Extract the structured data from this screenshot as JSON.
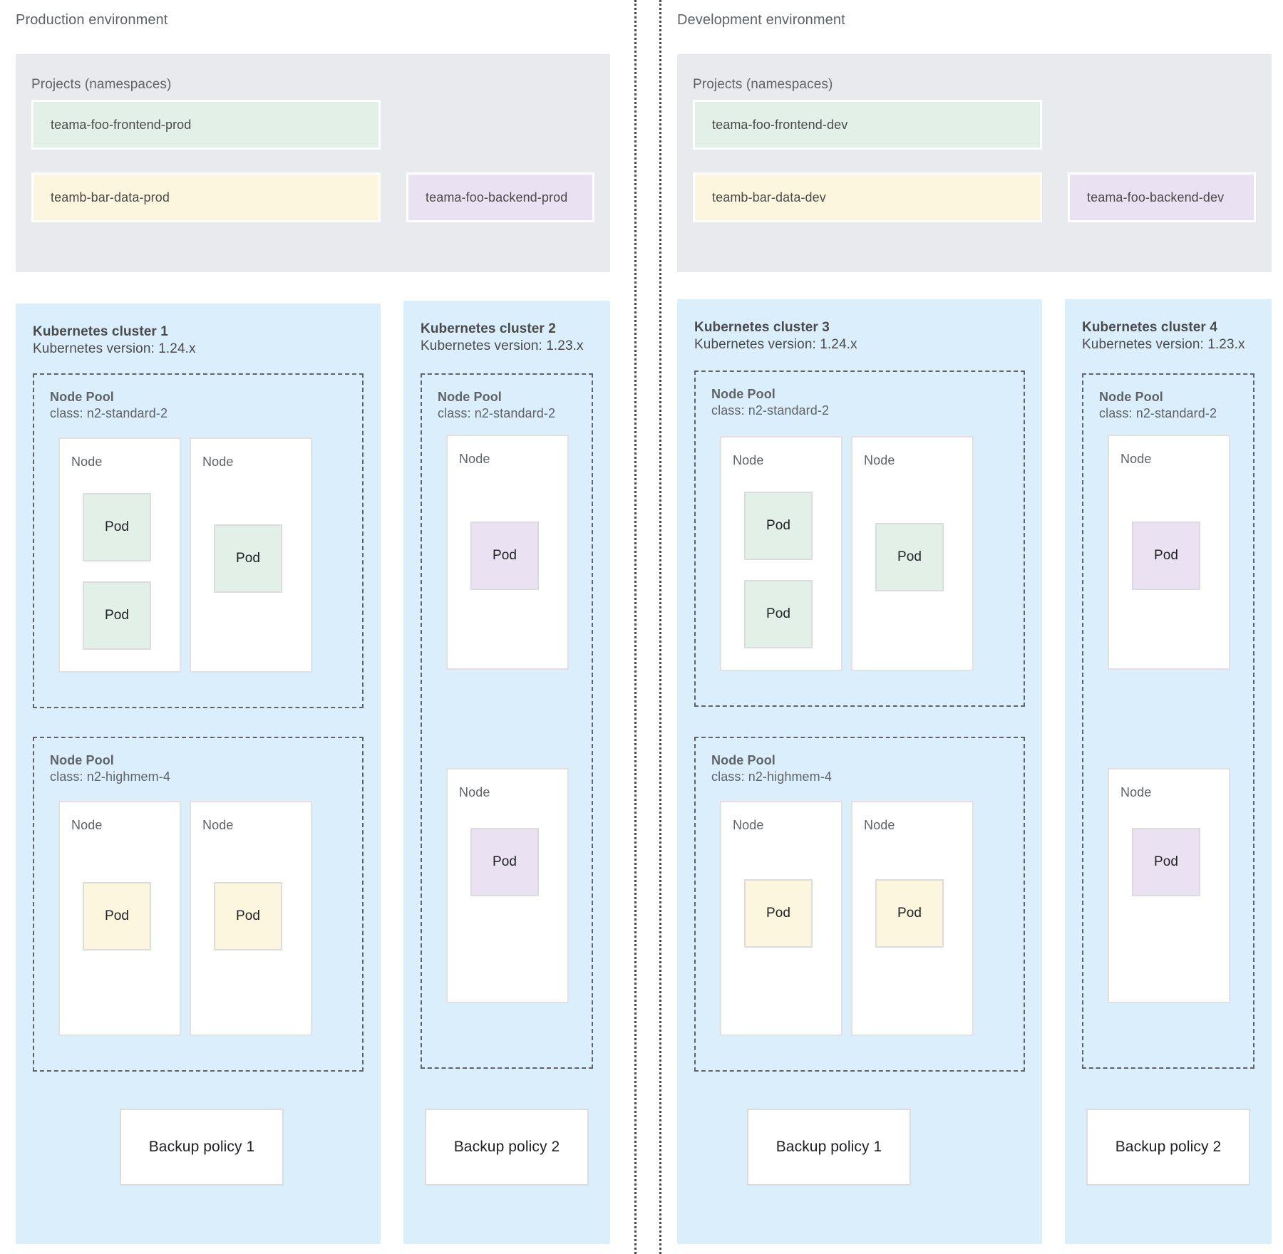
{
  "environments": [
    {
      "id": "production",
      "title": "Production environment",
      "projects": {
        "label": "Projects (namespaces)",
        "items": [
          {
            "name": "teama-foo-frontend-prod",
            "color_name": "green",
            "color": "#e3f0e8"
          },
          {
            "name": "teamb-bar-data-prod",
            "color_name": "yellow",
            "color": "#fdf6de"
          },
          {
            "name": "teama-foo-backend-prod",
            "color_name": "purple",
            "color": "#eae2f2"
          }
        ]
      },
      "clusters": [
        {
          "name": "Kubernetes cluster 1",
          "version": "Kubernetes version: 1.24.x",
          "node_pools": [
            {
              "title": "Node Pool",
              "class": "class: n2-standard-2",
              "nodes": [
                {
                  "label": "Node",
                  "pods": [
                    {
                      "label": "Pod",
                      "color_name": "green"
                    },
                    {
                      "label": "Pod",
                      "color_name": "green"
                    }
                  ]
                },
                {
                  "label": "Node",
                  "pods": [
                    {
                      "label": "Pod",
                      "color_name": "green"
                    }
                  ]
                }
              ]
            },
            {
              "title": "Node Pool",
              "class": "class: n2-highmem-4",
              "nodes": [
                {
                  "label": "Node",
                  "pods": [
                    {
                      "label": "Pod",
                      "color_name": "yellow"
                    }
                  ]
                },
                {
                  "label": "Node",
                  "pods": [
                    {
                      "label": "Pod",
                      "color_name": "yellow"
                    }
                  ]
                }
              ]
            }
          ],
          "backup_policy": "Backup policy 1"
        },
        {
          "name": "Kubernetes cluster 2",
          "version": "Kubernetes version: 1.23.x",
          "node_pools": [
            {
              "title": "Node Pool",
              "class": "class: n2-standard-2",
              "nodes": [
                {
                  "label": "Node",
                  "pods": [
                    {
                      "label": "Pod",
                      "color_name": "purple"
                    }
                  ]
                },
                {
                  "label": "Node",
                  "pods": [
                    {
                      "label": "Pod",
                      "color_name": "purple"
                    }
                  ]
                }
              ]
            }
          ],
          "backup_policy": "Backup policy 2"
        }
      ]
    },
    {
      "id": "development",
      "title": "Development environment",
      "projects": {
        "label": "Projects (namespaces)",
        "items": [
          {
            "name": "teama-foo-frontend-dev",
            "color_name": "green",
            "color": "#e3f0e8"
          },
          {
            "name": "teamb-bar-data-dev",
            "color_name": "yellow",
            "color": "#fdf6de"
          },
          {
            "name": "teama-foo-backend-dev",
            "color_name": "purple",
            "color": "#eae2f2"
          }
        ]
      },
      "clusters": [
        {
          "name": "Kubernetes cluster 3",
          "version": "Kubernetes version: 1.24.x",
          "node_pools": [
            {
              "title": "Node Pool",
              "class": "class: n2-standard-2",
              "nodes": [
                {
                  "label": "Node",
                  "pods": [
                    {
                      "label": "Pod",
                      "color_name": "green"
                    },
                    {
                      "label": "Pod",
                      "color_name": "green"
                    }
                  ]
                },
                {
                  "label": "Node",
                  "pods": [
                    {
                      "label": "Pod",
                      "color_name": "green"
                    }
                  ]
                }
              ]
            },
            {
              "title": "Node Pool",
              "class": "class: n2-highmem-4",
              "nodes": [
                {
                  "label": "Node",
                  "pods": [
                    {
                      "label": "Pod",
                      "color_name": "yellow"
                    }
                  ]
                },
                {
                  "label": "Node",
                  "pods": [
                    {
                      "label": "Pod",
                      "color_name": "yellow"
                    }
                  ]
                }
              ]
            }
          ],
          "backup_policy": "Backup policy 1"
        },
        {
          "name": "Kubernetes cluster 4",
          "version": "Kubernetes version: 1.23.x",
          "node_pools": [
            {
              "title": "Node Pool",
              "class": "class: n2-standard-2",
              "nodes": [
                {
                  "label": "Node",
                  "pods": [
                    {
                      "label": "Pod",
                      "color_name": "purple"
                    }
                  ]
                },
                {
                  "label": "Node",
                  "pods": [
                    {
                      "label": "Pod",
                      "color_name": "purple"
                    }
                  ]
                }
              ]
            }
          ],
          "backup_policy": "Backup policy 2"
        }
      ]
    }
  ],
  "palette": {
    "cluster_bg": "#daeefc",
    "projects_bg": "#e8eaed",
    "green": "#e3f0e8",
    "yellow": "#fdf6de",
    "purple": "#eae2f2",
    "text": "#5f6368",
    "divider": "#4a4a4a"
  }
}
